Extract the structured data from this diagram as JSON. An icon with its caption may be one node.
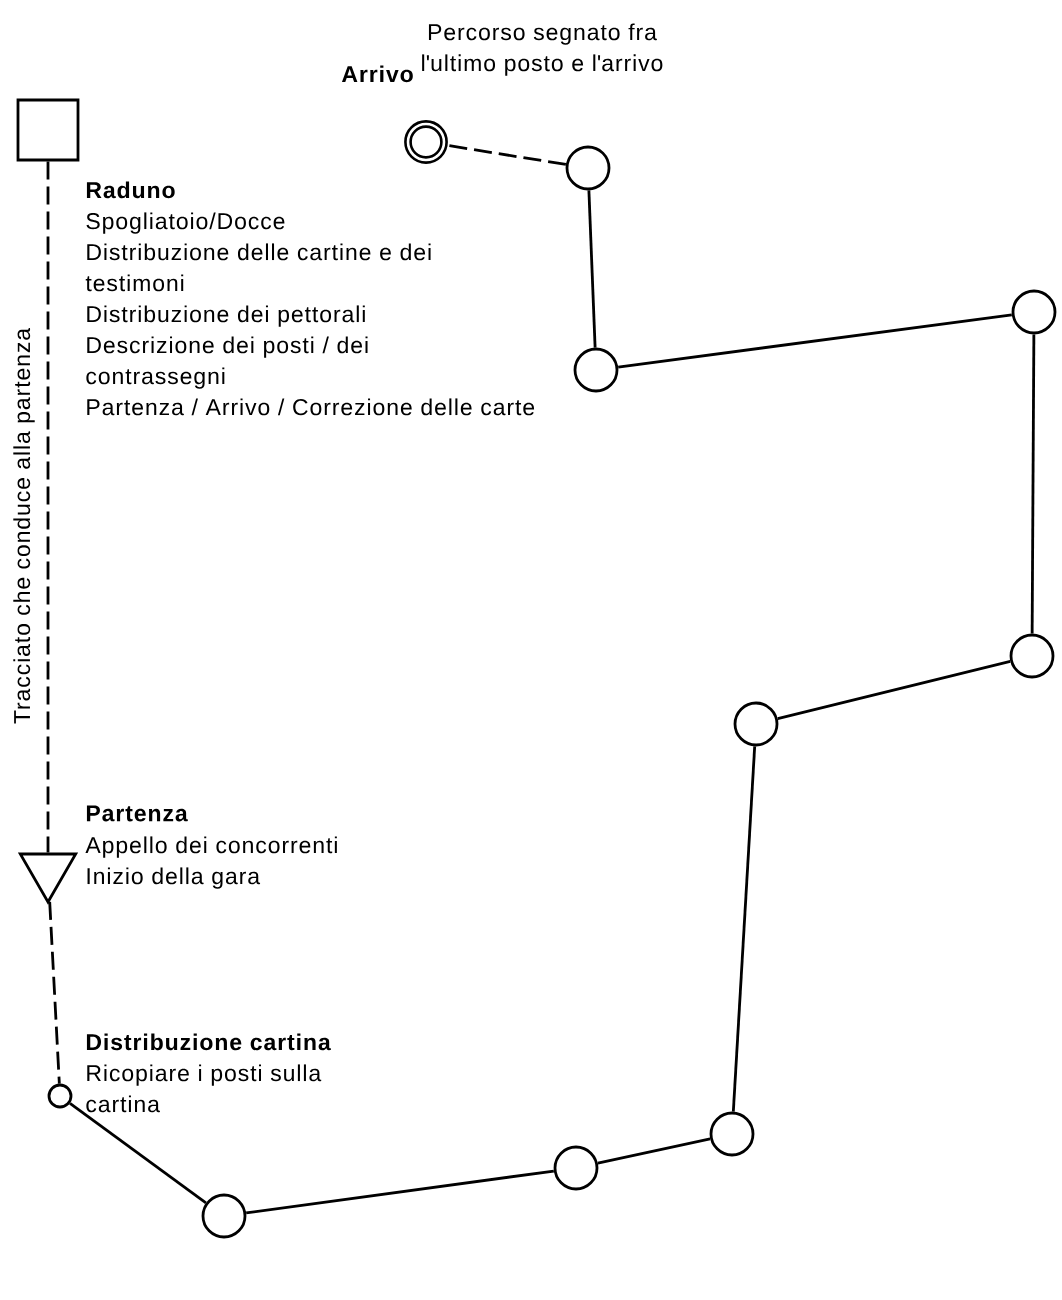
{
  "diagram": {
    "nodes": [
      {
        "text": [],
        "shape": "box",
        "beside": [
          "Raduno",
          "Spogliatoio/Docce",
          "Distribuzione delle cartine e dei testimoni",
          "Distribuzione dei pettorali",
          "Descrizione dei posti / dei contrassegni",
          "Partenza / Arrivo / Correzione delle carte"
        ]
      },
      {
        "text": [],
        "shape": "triangle",
        "beside": [
          "Partenza",
          "Appello dei concorrenti",
          "Inizio della gara"
        ]
      },
      {
        "text": [],
        "shape": "circle",
        "beside": [
          "Distribuzione cartina",
          "Ricopiare i posti sulla cartina"
        ]
      },
      {
        "text": [],
        "shape": "circle"
      },
      {
        "text": [],
        "shape": "circle"
      },
      {
        "text": [],
        "shape": "circle"
      },
      {
        "text": [],
        "shape": "circle"
      },
      {
        "text": [],
        "shape": "circle"
      },
      {
        "text": [],
        "shape": "circle"
      },
      {
        "text": [],
        "shape": "circle"
      },
      {
        "text": [],
        "shape": "circle"
      },
      {
        "text": [],
        "shape": "circle",
        "beside": [
          "Arrivo"
        ]
      }
    ],
    "edges": [
      {
        "from": 0,
        "to": 1,
        "arrow": "none",
        "style": "dashed"
      },
      {
        "from": 1,
        "to": 2,
        "arrow": "none",
        "style": "dashed"
      },
      {
        "from": 2,
        "to": 3,
        "arrow": "none"
      },
      {
        "from": 3,
        "to": 4,
        "arrow": "none"
      },
      {
        "from": 4,
        "to": 5,
        "arrow": "none"
      },
      {
        "from": 5,
        "to": 6,
        "arrow": "none"
      },
      {
        "from": 6,
        "to": 7,
        "arrow": "none"
      },
      {
        "from": 7,
        "to": 8,
        "arrow": "none"
      },
      {
        "from": 8,
        "to": 9,
        "arrow": "none"
      },
      {
        "from": 9,
        "to": 10,
        "arrow": "none"
      },
      {
        "from": 10,
        "to": 11,
        "arrow": "none",
        "style": "dashed"
      }
    ],
    "labels": [
      "Percorso segnato fra l'ultimo posto e l'arrivo",
      "Tracciato che conduce alla partenza"
    ]
  }
}
